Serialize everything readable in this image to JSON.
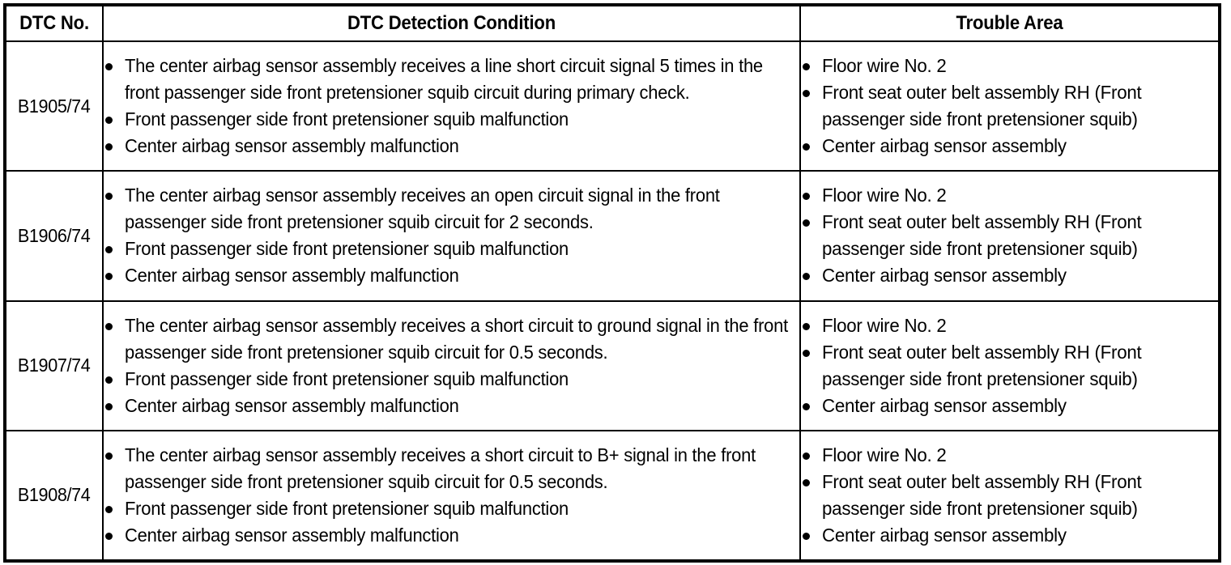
{
  "table": {
    "headers": [
      {
        "label": "DTC No."
      },
      {
        "label": "DTC Detection Condition"
      },
      {
        "label": "Trouble Area"
      }
    ],
    "rows": [
      {
        "dtc_no": "B1905/74",
        "detection_conditions": [
          "The center airbag sensor assembly receives a line short circuit signal 5 times in the front passenger side front pretensioner squib circuit during primary check.",
          "Front passenger side front pretensioner squib malfunction",
          "Center airbag sensor assembly malfunction"
        ],
        "trouble_areas": [
          "Floor wire No. 2",
          "Front seat outer belt assembly RH (Front passenger side front pretensioner squib)",
          "Center airbag sensor assembly"
        ]
      },
      {
        "dtc_no": "B1906/74",
        "detection_conditions": [
          "The center airbag sensor assembly receives an open circuit signal in the front passenger side front pretensioner squib circuit for 2 seconds.",
          "Front passenger side front pretensioner squib malfunction",
          "Center airbag sensor assembly malfunction"
        ],
        "trouble_areas": [
          "Floor wire No. 2",
          "Front seat outer belt assembly RH (Front passenger side front pretensioner squib)",
          "Center airbag sensor assembly"
        ]
      },
      {
        "dtc_no": "B1907/74",
        "detection_conditions": [
          "The center airbag sensor assembly receives a short circuit to ground signal in the front passenger side front pretensioner squib circuit for 0.5 seconds.",
          "Front passenger side front pretensioner squib malfunction",
          "Center airbag sensor assembly malfunction"
        ],
        "trouble_areas": [
          "Floor wire No. 2",
          "Front seat outer belt assembly RH (Front passenger side front pretensioner squib)",
          "Center airbag sensor assembly"
        ]
      },
      {
        "dtc_no": "B1908/74",
        "detection_conditions": [
          "The center airbag sensor assembly receives a short circuit to B+ signal in the front passenger side front pretensioner squib circuit for 0.5 seconds.",
          "Front passenger side front pretensioner squib malfunction",
          "Center airbag sensor assembly malfunction"
        ],
        "trouble_areas": [
          "Floor wire No. 2",
          "Front seat outer belt assembly RH (Front passenger side front pretensioner squib)",
          "Center airbag sensor assembly"
        ]
      }
    ]
  },
  "style": {
    "border_color": "#000000",
    "text_color": "#000000",
    "background_color": "#ffffff"
  }
}
